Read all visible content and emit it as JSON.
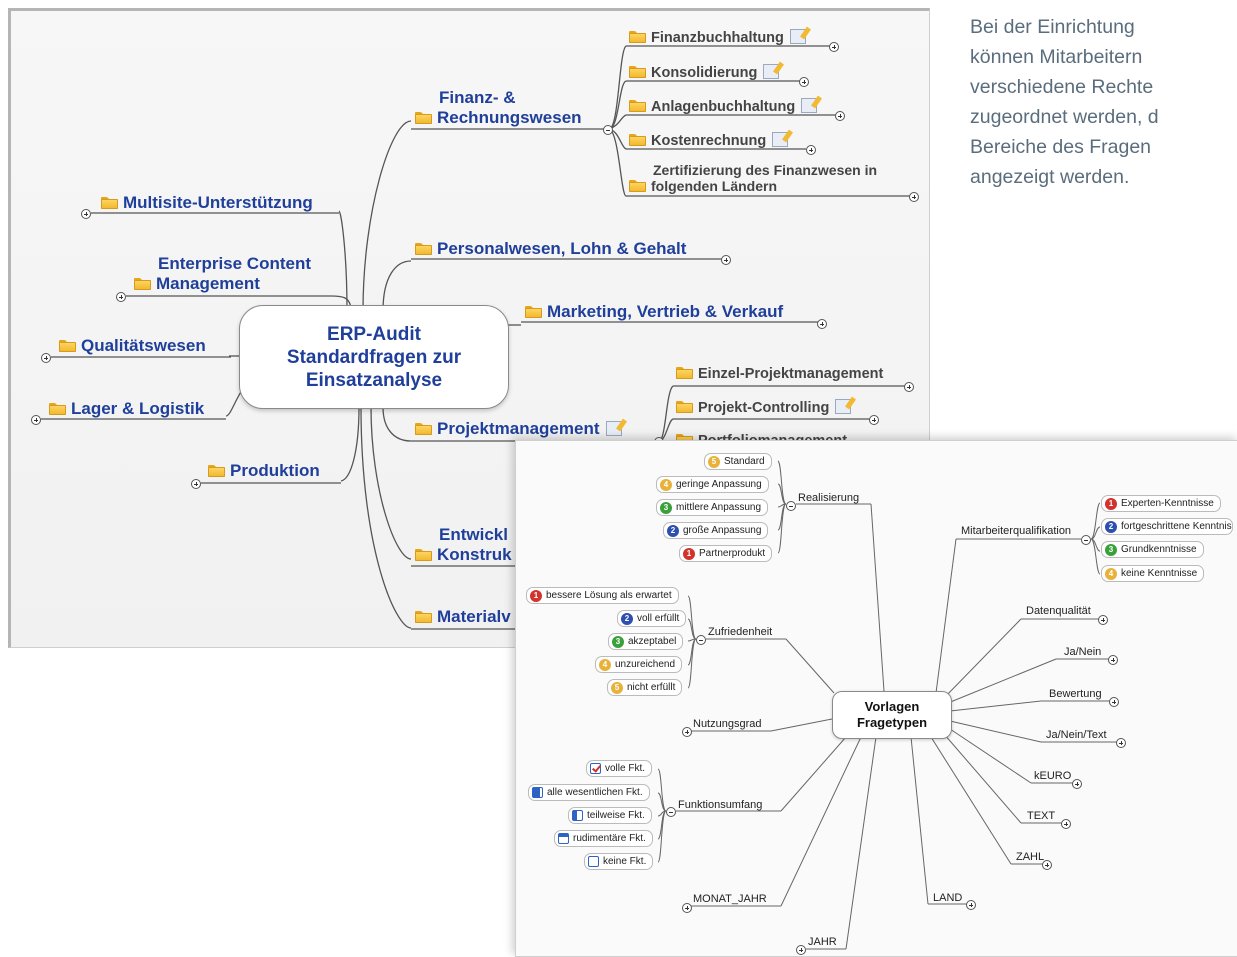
{
  "description": {
    "lines": [
      "Bei der Einrichtung",
      "können Mitarbeitern",
      "verschiedene Rechte",
      "zugeordnet werden, d",
      "Bereiche des Fragen",
      "angezeigt werden."
    ]
  },
  "map1": {
    "center": {
      "line1": "ERP-Audit",
      "line2": "Standardfragen zur",
      "line3": "Einsatzanalyse"
    },
    "right_nodes": {
      "finanz_l1": "Finanz- &",
      "finanz_l2": "Rechnungswesen",
      "personal": "Personalwesen, Lohn & Gehalt",
      "marketing": "Marketing, Vertrieb & Verkauf",
      "projekt": "Projektmanagement",
      "entwickl_l1": "Entwickl",
      "entwickl_l2": "Konstruk",
      "material": "Materialv"
    },
    "left_nodes": {
      "multisite": "Multisite-Unterstützung",
      "ecm_l1": "Enterprise Content",
      "ecm_l2": "Management",
      "qualitaet": "Qualitätswesen",
      "lager": "Lager & Logistik",
      "produktion": "Produktion"
    },
    "finanz_children": {
      "fibu": "Finanzbuchhaltung",
      "konsol": "Konsolidierung",
      "anlagen": "Anlagenbuchhaltung",
      "kosten": "Kostenrechnung",
      "zert_l1": "Zertifizierung des Finanzwesen in",
      "zert_l2": "folgenden Ländern"
    },
    "projekt_children": {
      "einzel": "Einzel-Projektmanagement",
      "controlling": "Projekt-Controlling",
      "portfolio": "Portfoliomanagement"
    }
  },
  "map2": {
    "center": {
      "line1": "Vorlagen",
      "line2": "Fragetypen"
    },
    "branches": {
      "realisierung": "Realisierung",
      "zufriedenheit": "Zufriedenheit",
      "nutzungsgrad": "Nutzungsgrad",
      "funktionsumfang": "Funktionsumfang",
      "monat_jahr": "MONAT_JAHR",
      "jahr": "JAHR",
      "land": "LAND",
      "zahl": "ZAHL",
      "text": "TEXT",
      "keuro": "kEURO",
      "ja_nein_text": "Ja/Nein/Text",
      "bewertung": "Bewertung",
      "ja_nein": "Ja/Nein",
      "datenqualitaet": "Datenqualität",
      "mitarbeiterqualifikation": "Mitarbeiterqualifikation"
    },
    "realisierung_items": [
      {
        "num": "5",
        "label": "Standard",
        "color": "#e8b13a"
      },
      {
        "num": "4",
        "label": "geringe Anpassung",
        "color": "#e8b13a"
      },
      {
        "num": "3",
        "label": "mittlere Anpassung",
        "color": "#3aa13a"
      },
      {
        "num": "2",
        "label": "große Anpassung",
        "color": "#2d4fb0"
      },
      {
        "num": "1",
        "label": "Partnerprodukt",
        "color": "#d0342c"
      }
    ],
    "zufriedenheit_items": [
      {
        "num": "1",
        "label": "bessere Lösung als erwartet",
        "color": "#d0342c"
      },
      {
        "num": "2",
        "label": "voll erfüllt",
        "color": "#2d4fb0"
      },
      {
        "num": "3",
        "label": "akzeptabel",
        "color": "#3aa13a"
      },
      {
        "num": "4",
        "label": "unzureichend",
        "color": "#e8b13a"
      },
      {
        "num": "5",
        "label": "nicht erfüllt",
        "color": "#e8b13a"
      }
    ],
    "funktionsumfang_items": [
      {
        "label": "volle Fkt."
      },
      {
        "label": "alle wesentlichen Fkt."
      },
      {
        "label": "teilweise Fkt."
      },
      {
        "label": "rudimentäre Fkt."
      },
      {
        "label": "keine Fkt."
      }
    ],
    "mitarbeiter_items": [
      {
        "num": "1",
        "label": "Experten-Kenntnisse",
        "color": "#d0342c"
      },
      {
        "num": "2",
        "label": "fortgeschrittene Kenntnis",
        "color": "#2d4fb0"
      },
      {
        "num": "3",
        "label": "Grundkenntnisse",
        "color": "#3aa13a"
      },
      {
        "num": "4",
        "label": "keine Kenntnisse",
        "color": "#e8b13a"
      }
    ]
  }
}
